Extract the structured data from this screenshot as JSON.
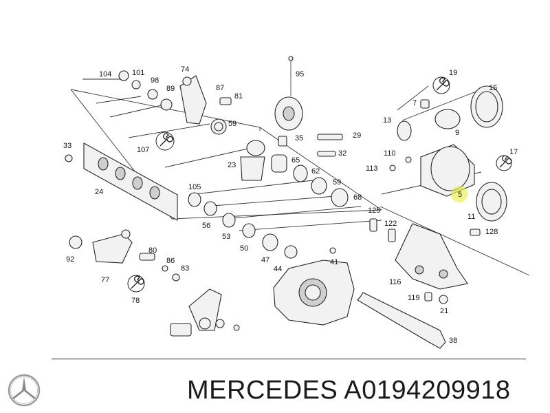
{
  "title": {
    "brand": "MERCEDES",
    "part_number": "A0194209918"
  },
  "callouts": [
    "104",
    "101",
    "98",
    "74",
    "89",
    "87",
    "81",
    "95",
    "59",
    "107",
    "35",
    "29",
    "33",
    "24",
    "23",
    "65",
    "32",
    "62",
    "105",
    "59b",
    "68",
    "56",
    "53",
    "50",
    "47",
    "44",
    "41",
    "92",
    "80",
    "86",
    "83",
    "77",
    "78",
    "19",
    "15",
    "7",
    "13",
    "9",
    "110",
    "113",
    "17",
    "5",
    "11",
    "125",
    "122",
    "128",
    "116",
    "119",
    "21",
    "38"
  ],
  "highlight_color": "#e8ee4a",
  "icons": [
    "mercedes-star-icon",
    "wrench-icon"
  ]
}
